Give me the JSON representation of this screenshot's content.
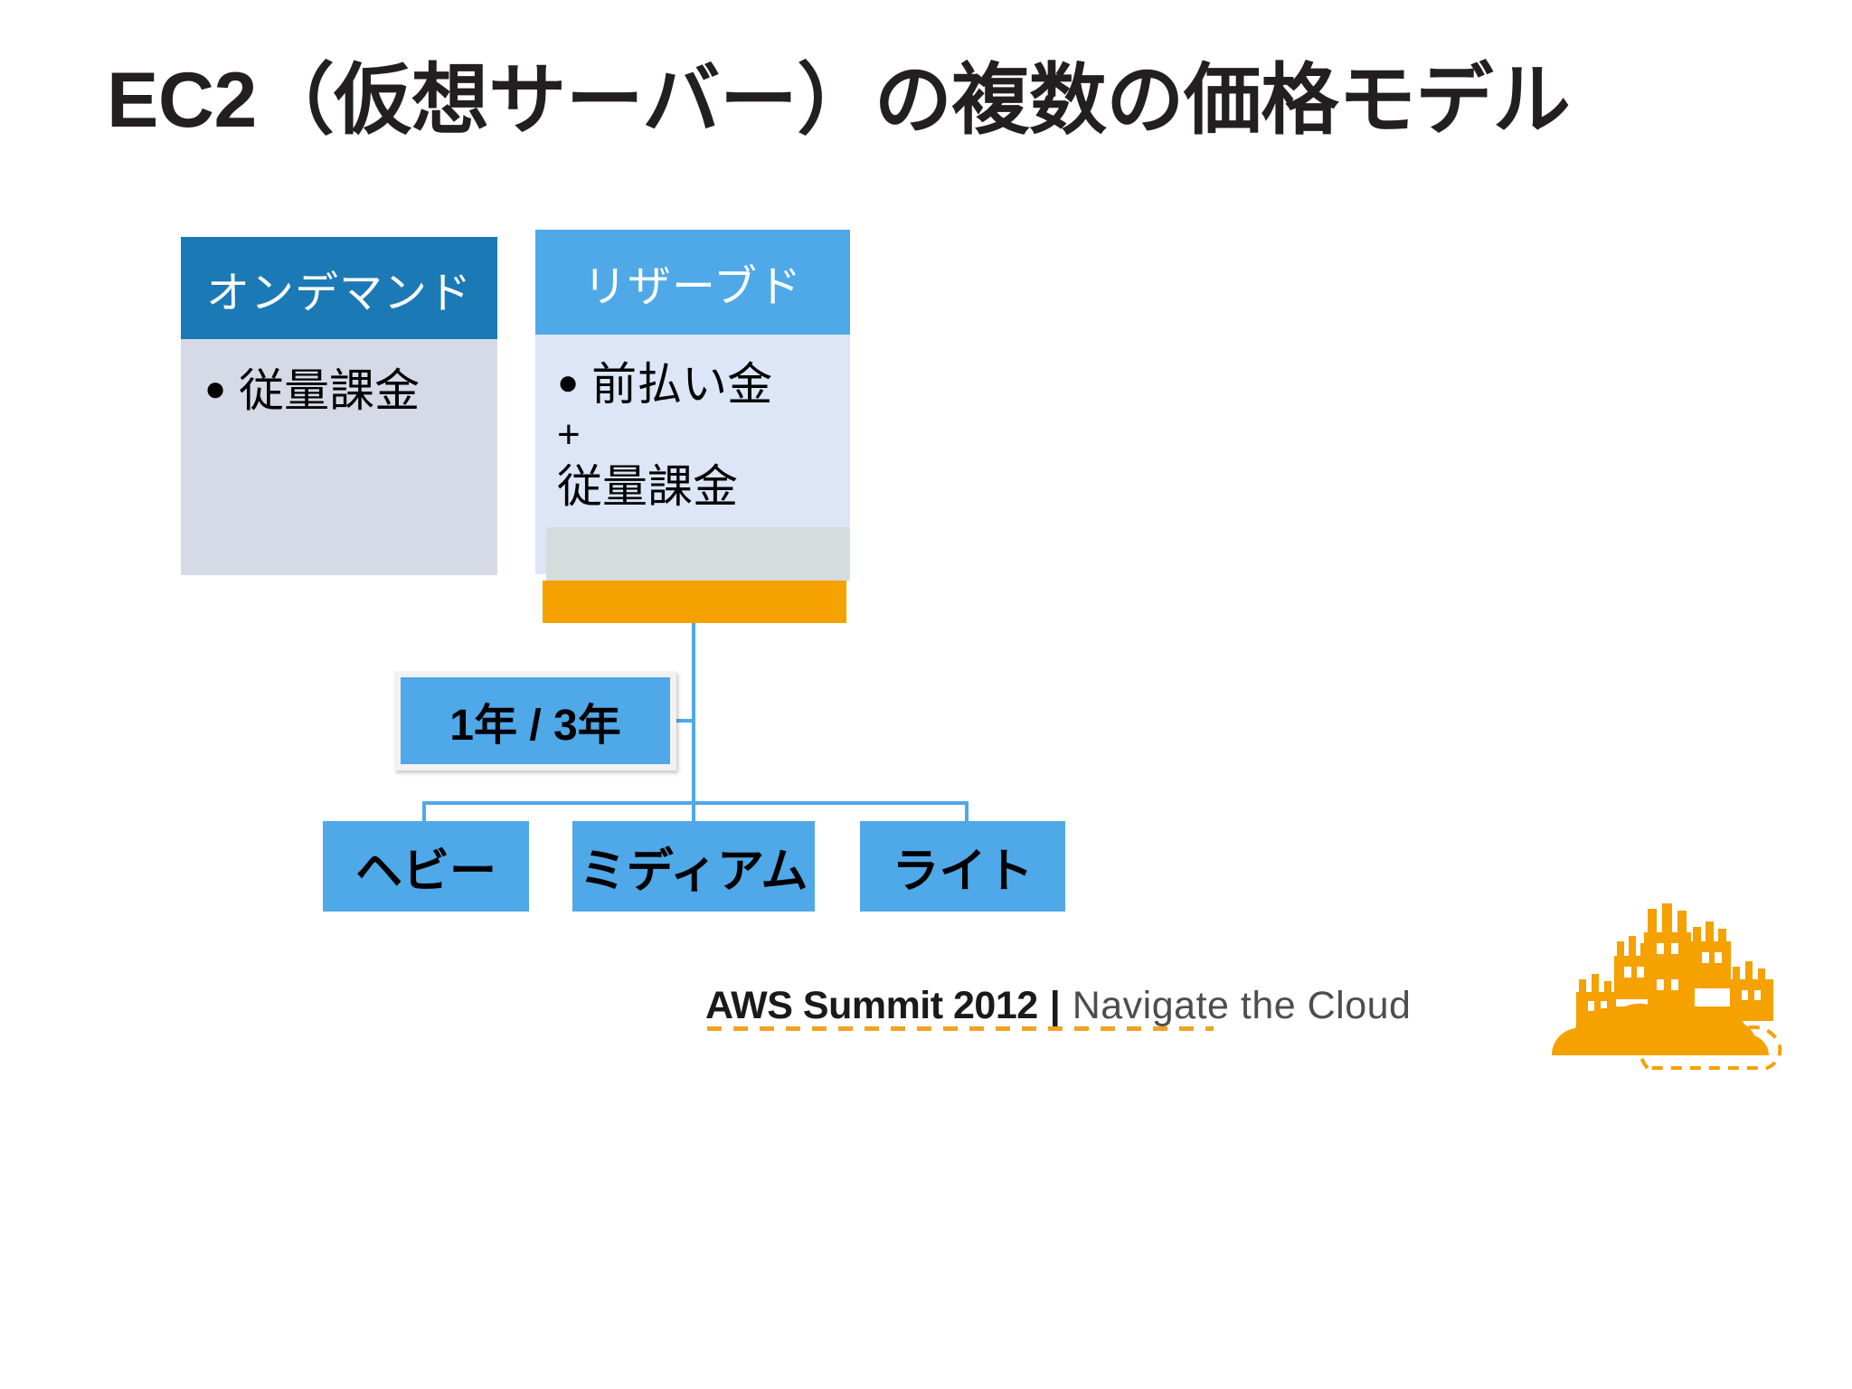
{
  "slide": {
    "title": "EC2（仮想サーバー）の複数の価格モデル",
    "background_color": "#ffffff"
  },
  "colors": {
    "ondemand_header": "#1b79b5",
    "ondemand_body": "#d6dae6",
    "reserved_header": "#4fa8e8",
    "reserved_body": "#dce6f7",
    "gray_band": "#d4dcdc",
    "orange_bar": "#f5a100",
    "connector": "#4fa8e8",
    "leaf_box": "#4fa8e8",
    "title_text": "#231f20",
    "footer_accent": "#f0a422"
  },
  "cards": [
    {
      "id": "ondemand",
      "header": "オンデマンド",
      "bullets": [
        "従量課金"
      ],
      "extra_lines": []
    },
    {
      "id": "reserved",
      "header": "リザーブド",
      "bullets": [
        "前払い金"
      ],
      "extra_lines": [
        "+",
        "従量課金"
      ]
    }
  ],
  "term_box": {
    "label": "1年 / 3年"
  },
  "usage_tiers": [
    {
      "id": "heavy",
      "label": "ヘビー"
    },
    {
      "id": "medium",
      "label": "ミディアム"
    },
    {
      "id": "light",
      "label": "ライト"
    }
  ],
  "footer": {
    "brand": "AWS Summit 2012",
    "separator": "|",
    "tagline": "Navigate the Cloud"
  },
  "logo": {
    "name": "aws-summit-castle-cloud-logo"
  }
}
